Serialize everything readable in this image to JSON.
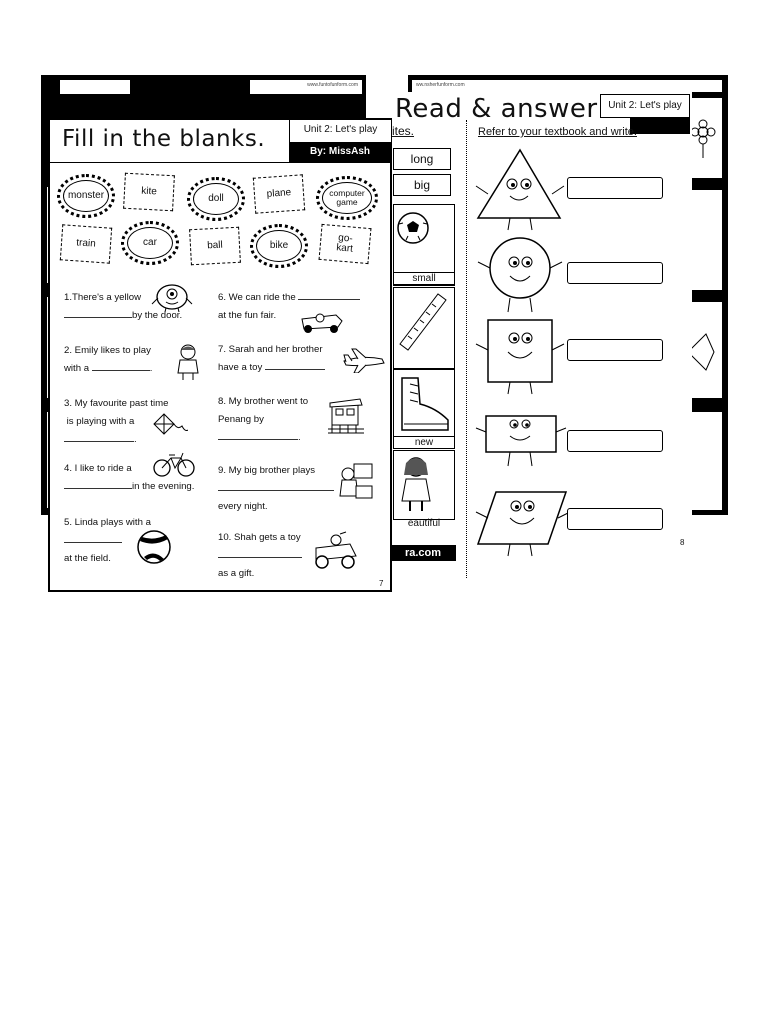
{
  "back_left": {
    "url": "www.funtofunform.com"
  },
  "back_right": {
    "url": "ww.nsherfunform.com"
  },
  "middle_sheet": {
    "title": "Read & answer",
    "unit": "Unit 2: Let's play",
    "left_heading": "ites.",
    "labels": [
      "long",
      "big"
    ],
    "captions": [
      "small",
      "new",
      "eautiful"
    ],
    "footer": "ra.com",
    "right_heading": "Refer to your textbook and write.",
    "page_number": "8"
  },
  "front_sheet": {
    "title": "Fill in the blanks.",
    "unit": "Unit 2: Let's play",
    "author": "By: MissAsh",
    "word_bank": [
      "monster",
      "kite",
      "doll",
      "plane",
      "computer game",
      "train",
      "car",
      "ball",
      "bike",
      "go-kart"
    ],
    "questions_left": [
      {
        "line1": "1.There's a yellow",
        "line2": "by the door."
      },
      {
        "line1": "2.   Emily likes to play",
        "line2": "with a"
      },
      {
        "line1": "3. My favourite past time",
        "line2": "is playing with a"
      },
      {
        "line1": "4. I like to ride a",
        "line2": "in the evening."
      },
      {
        "line1": "5.  Linda plays with a",
        "line2": "at the field."
      }
    ],
    "questions_right": [
      {
        "line1": "6. We can ride the",
        "line2": "at the fun fair."
      },
      {
        "line1": "7.   Sarah and her brother",
        "line2": "have a toy"
      },
      {
        "line1": "8. My brother went to",
        "line2": "Penang by"
      },
      {
        "line1": "9. My big brother plays",
        "line2": "every night."
      },
      {
        "line1": "10.  Shah gets a toy",
        "line2": "as a gift."
      }
    ],
    "page_number": "7"
  }
}
